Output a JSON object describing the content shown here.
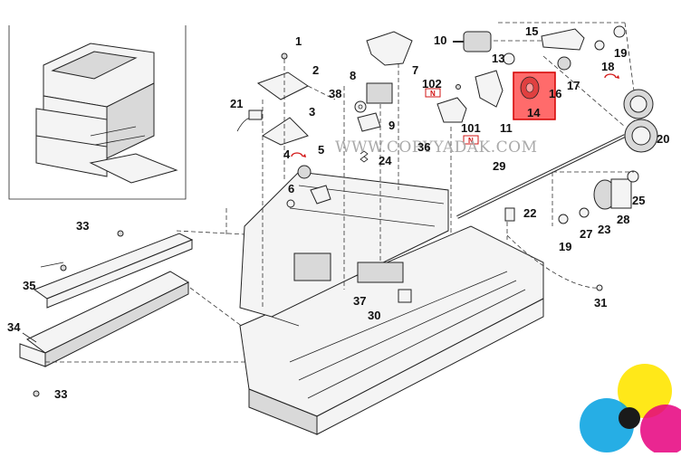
{
  "watermark": "WWW.COPYYADAK.COM",
  "callouts": {
    "c1": "1",
    "c2": "2",
    "c3": "3",
    "c4": "4",
    "c5": "5",
    "c6": "6",
    "c7": "7",
    "c8": "8",
    "c9": "9",
    "c10": "10",
    "c11": "11",
    "c13": "13",
    "c14": "14",
    "c15": "15",
    "c16": "16",
    "c17": "17",
    "c18": "18",
    "c19a": "19",
    "c19b": "19",
    "c20": "20",
    "c21": "21",
    "c22": "22",
    "c23": "23",
    "c24": "24",
    "c25": "25",
    "c27": "27",
    "c28": "28",
    "c29": "29",
    "c30": "30",
    "c31": "31",
    "c33a": "33",
    "c33b": "33",
    "c34": "34",
    "c35": "35",
    "c36": "36",
    "c37": "37",
    "c38": "38",
    "c101": "101",
    "c102": "102"
  },
  "marks": {
    "n1": "N",
    "n2": "N"
  },
  "colors": {
    "highlight_fill": "#ff6b6b",
    "highlight_stroke": "#d40000",
    "mark_red": "#d21414",
    "logo_cyan": "#00a0e0",
    "logo_magenta": "#e6007e",
    "logo_yellow": "#ffe600",
    "logo_black": "#1a1a1a"
  },
  "icons": [
    "rotation-arrow-icon",
    "copier-machine-icon",
    "color-dots-logo-icon"
  ]
}
